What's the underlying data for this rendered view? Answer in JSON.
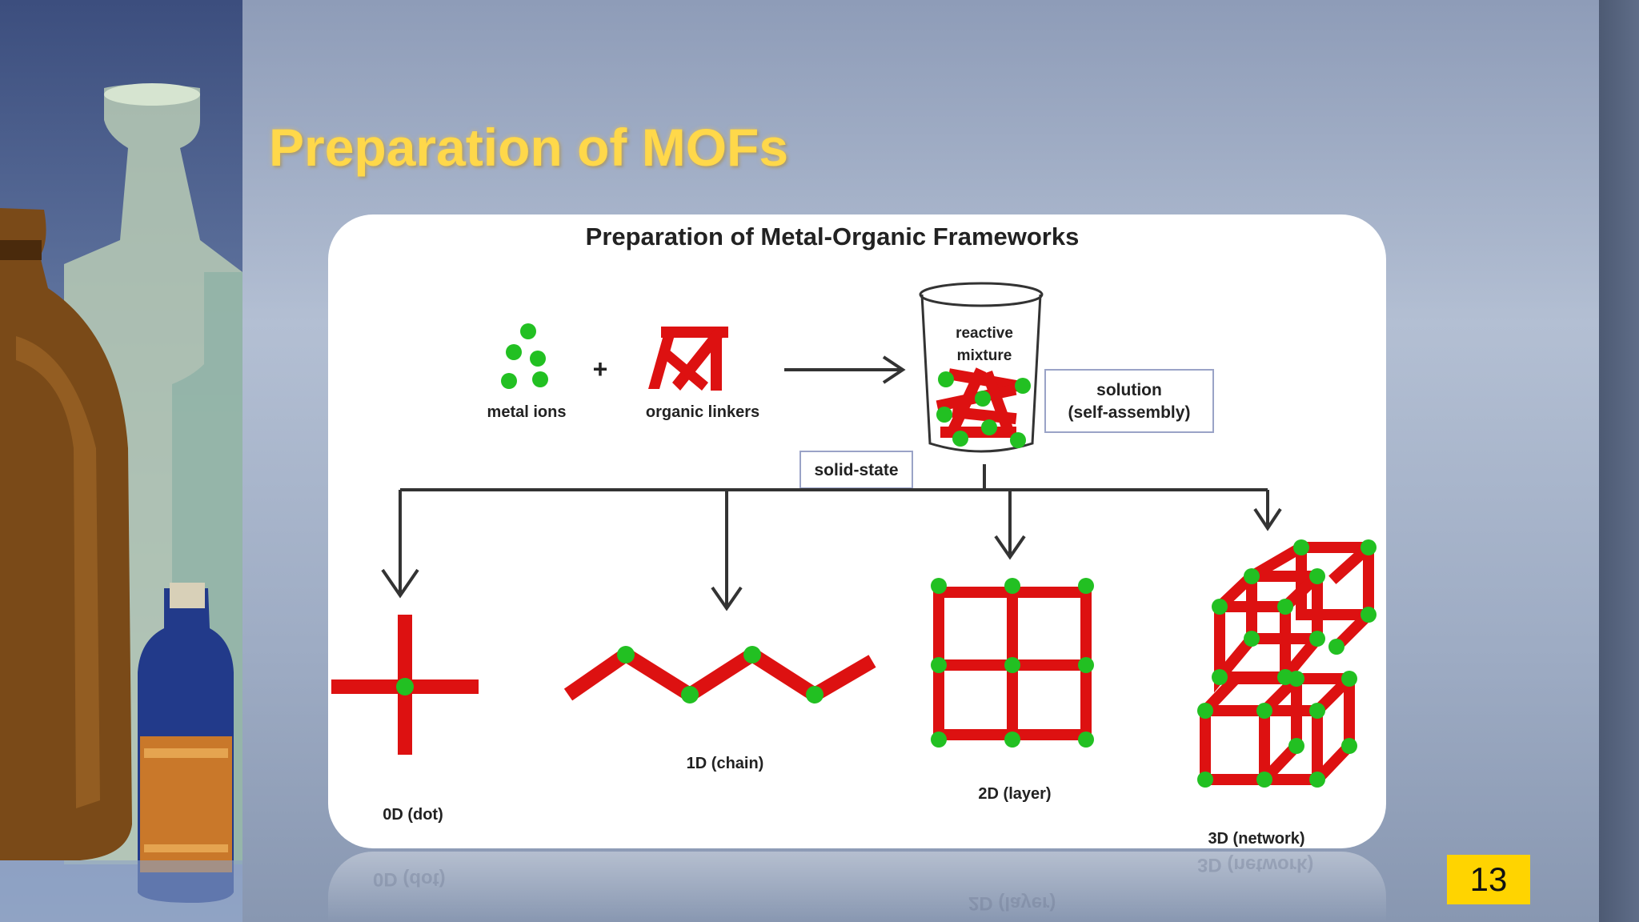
{
  "slide": {
    "title": "Preparation of MOFs",
    "page_number": "13"
  },
  "diagram": {
    "title": "Preparation of Metal-Organic Frameworks",
    "labels": {
      "metal_ions": "metal ions",
      "plus": "+",
      "organic_linkers": "organic linkers",
      "reactive": "reactive",
      "mixture": "mixture",
      "solution": "solution",
      "self_assembly": "(self-assembly)",
      "solid_state": "solid-state",
      "dim0": "0D (dot)",
      "dim1": "1D (chain)",
      "dim2": "2D (layer)",
      "dim3": "3D (network)"
    },
    "colors": {
      "linker": "#dd1111",
      "metal_ion": "#22c022",
      "arrow": "#333333",
      "box_text": "#303580"
    }
  }
}
